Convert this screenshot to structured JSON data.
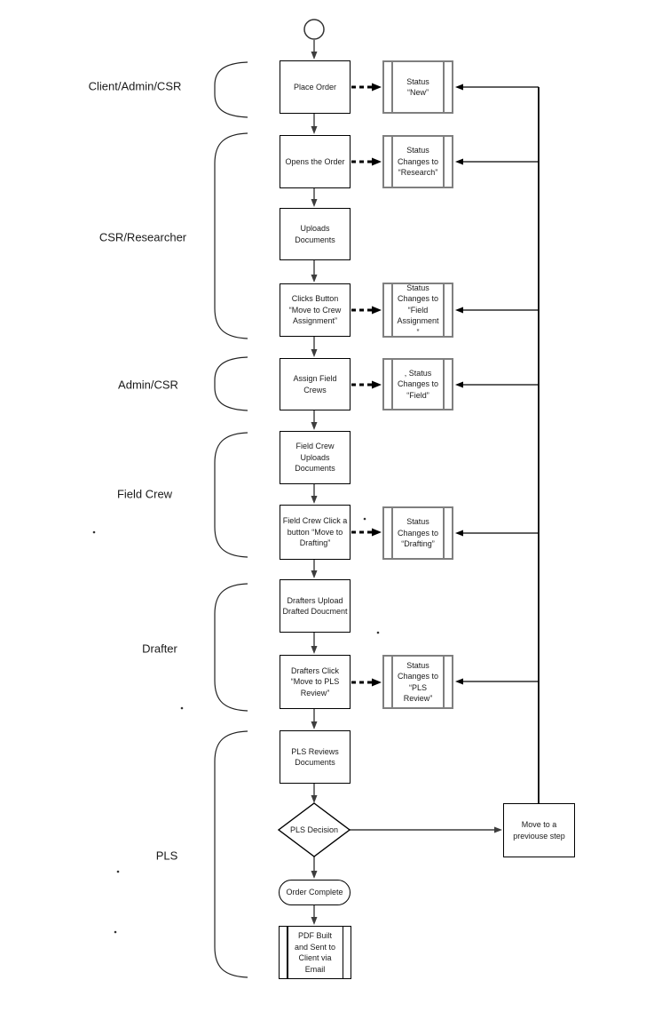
{
  "roles": [
    {
      "label": "Client/Admin/CSR"
    },
    {
      "label": "CSR/Researcher"
    },
    {
      "label": "Admin/CSR"
    },
    {
      "label": "Field Crew"
    },
    {
      "label": "Drafter"
    },
    {
      "label": "PLS"
    }
  ],
  "nodes": {
    "place_order": "Place Order",
    "opens_order": "Opens the Order",
    "uploads_documents": "Uploads Documents",
    "clicks_move_crew": "Clicks Button “Move to Crew Assignment”",
    "assign_field_crews": "Assign Field Crews",
    "field_crew_uploads": "Field Crew Uploads Documents",
    "field_crew_click": "Field Crew Click a button “Move to Drafting”",
    "drafters_upload": "Drafters Upload Drafted Doucment",
    "drafters_click": "Drafters Click “Move to PLS Review”",
    "pls_reviews": "PLS Reviews Documents",
    "pls_decision": "PLS Decision",
    "order_complete": "Order Complete",
    "pdf_built": "PDF Built and Sent to Client via Email",
    "move_previous": "Move to a previouse step"
  },
  "statuses": {
    "new": "Status “New”",
    "research": "Status Changes to “Research”",
    "field_assignment": "Status Changes to “Field Assignment ”",
    "field": ", Status Changes to “Field”",
    "drafting": "Status Changes to “Drafting”",
    "pls_review": "Status Changes to “PLS Review”"
  },
  "colors": {
    "node_border": "#000000",
    "status_border": "#7f7f7f",
    "connector": "#3d3d3d",
    "feedback_line": "#000000",
    "background": "#ffffff"
  }
}
